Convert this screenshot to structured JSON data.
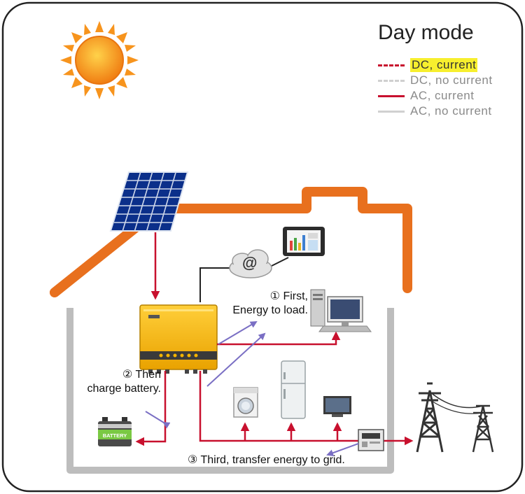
{
  "diagram": {
    "title": "Day mode",
    "legend": [
      {
        "label": "DC, current",
        "style": "dashed",
        "color": "#c8102e",
        "highlight": true
      },
      {
        "label": "DC, no current",
        "style": "dashed",
        "color": "#d0d0d0",
        "highlight": false
      },
      {
        "label": "AC, current",
        "style": "solid",
        "color": "#c8102e",
        "highlight": false
      },
      {
        "label": "AC, no current",
        "style": "solid",
        "color": "#d0d0d0",
        "highlight": false
      }
    ],
    "annotations": {
      "step1_line1": "① First,",
      "step1_line2": "Energy to load.",
      "step2_line1": "② Then",
      "step2_line2": "charge battery.",
      "step3": "③ Third, transfer energy to grid."
    },
    "battery_label": "BATTERY",
    "network_symbol": "@",
    "colors": {
      "roof": "#e8701e",
      "house_wall": "#bdbdbd",
      "flow_ac": "#c8102e",
      "flow_dc": "#c8102e",
      "arrow_blue": "#7a6fc4",
      "inverter": "#f4b400",
      "sun": "#f7941d"
    },
    "icons": [
      "sun-icon",
      "solar-panel-icon",
      "tablet-icon",
      "cloud-icon",
      "inverter-icon",
      "desktop-computer-icon",
      "battery-icon",
      "washing-machine-icon",
      "refrigerator-icon",
      "television-icon",
      "energy-meter-icon",
      "power-tower-icon"
    ]
  }
}
